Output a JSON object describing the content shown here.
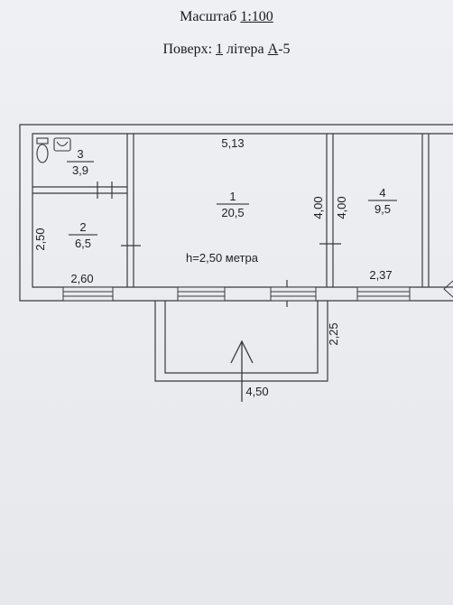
{
  "header": {
    "scale_label": "Масштаб",
    "scale_value": "1:100",
    "floor_label": "Поверх:",
    "floor_value": "1",
    "letter_label": "літера",
    "letter_value": "А",
    "letter_suffix": "-5"
  },
  "rooms": [
    {
      "number": "1",
      "area": "20,5"
    },
    {
      "number": "2",
      "area": "6,5"
    },
    {
      "number": "3",
      "area": "3,9"
    },
    {
      "number": "4",
      "area": "9,5"
    }
  ],
  "dimensions": {
    "room1_width": "5,13",
    "room1_depth": "4,00",
    "room2_width": "2,60",
    "room2_depth": "2,50",
    "room4_depth": "4,00",
    "room4_width": "2,37",
    "porch_width": "4,50",
    "porch_depth": "2,25"
  },
  "ceiling_height": "h=2,50 метра"
}
